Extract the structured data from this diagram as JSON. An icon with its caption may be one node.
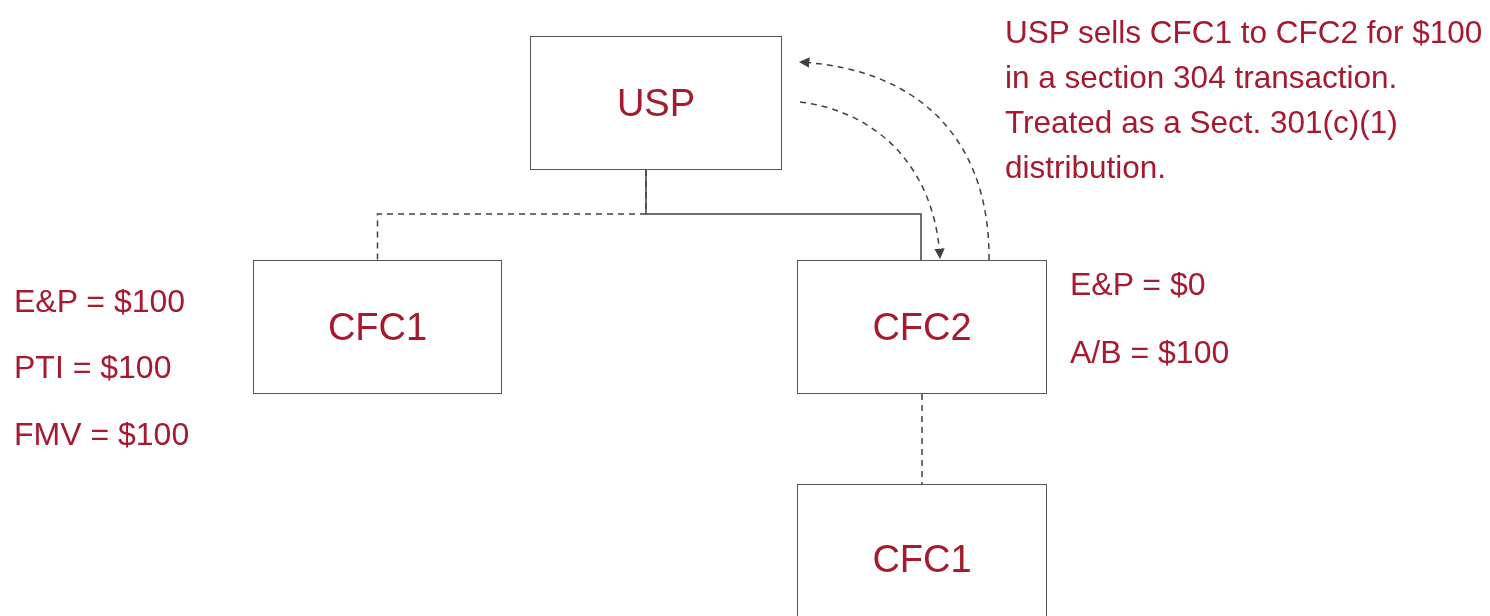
{
  "diagram": {
    "nodes": [
      {
        "text": [
          "USP"
        ]
      },
      {
        "text": [
          "CFC1"
        ],
        "beside": [
          "E&P = $100",
          "PTI = $100",
          "FMV = $100"
        ]
      },
      {
        "text": [
          "CFC2"
        ],
        "beside": [
          "E&P = $0",
          "A/B = $100"
        ]
      },
      {
        "text": [
          "CFC1"
        ]
      }
    ],
    "edges": [
      {
        "from": 0,
        "to": 1,
        "arrow": "none",
        "style": "dashed"
      },
      {
        "from": 0,
        "to": 2,
        "arrow": "none"
      },
      {
        "from": 2,
        "to": 3,
        "arrow": "none",
        "style": "dashed"
      },
      {
        "from": 0,
        "to": 2,
        "arrow": "to",
        "style": "dashed"
      },
      {
        "from": 2,
        "to": 0,
        "arrow": "to",
        "style": "dashed"
      }
    ],
    "labels": [
      "USP sells CFC1 to CFC2 for $100 in a section 304 transaction.  Treated as a Sect. 301(c)(1) distribution."
    ]
  }
}
